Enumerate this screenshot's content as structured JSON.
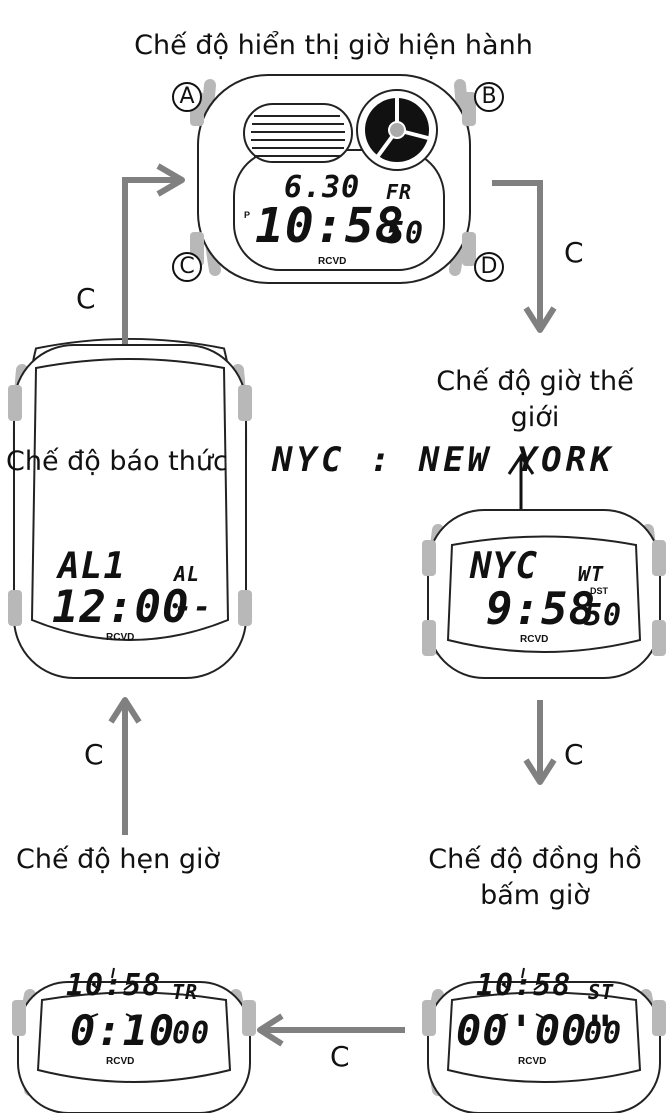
{
  "titles": {
    "current_time": "Chế độ hiển thị giờ hiện hành",
    "world_time_line1": "Chế độ giờ thế",
    "world_time_line2": "giới",
    "alarm": "Chế độ báo thức",
    "timer": "Chế độ hẹn giờ",
    "stopwatch_line1": "Chế độ đồng hồ",
    "stopwatch_line2": "bấm giờ"
  },
  "city_banner": "NYC : NEW  YORK",
  "button_letter": "C",
  "buttons": {
    "a": "A",
    "b": "B",
    "c": "C",
    "d": "D"
  },
  "watches": {
    "current": {
      "date": "6.30",
      "day": "FR",
      "pm": "P",
      "time": "10:58",
      "seconds": "50",
      "rcvd": "RCVD"
    },
    "world": {
      "city": "NYC",
      "mode": "WT",
      "dst": "DST",
      "time": "9:58",
      "seconds": "50",
      "rcvd": "RCVD"
    },
    "alarm": {
      "name": "AL1",
      "mode": "AL",
      "time": "12:00",
      "suffix": "--",
      "rcvd": "RCVD"
    },
    "timer": {
      "top_time": "10:58",
      "mode": "TR",
      "time": "0:10",
      "seconds": "00",
      "rcvd": "RCVD"
    },
    "stopwatch": {
      "top_time": "10:58",
      "mode": "ST",
      "time": "00'00\"",
      "seconds": "00",
      "rcvd": "RCVD"
    }
  },
  "colors": {
    "arrow": "#808080",
    "bezel": "#b8b8b8",
    "black": "#111111"
  }
}
